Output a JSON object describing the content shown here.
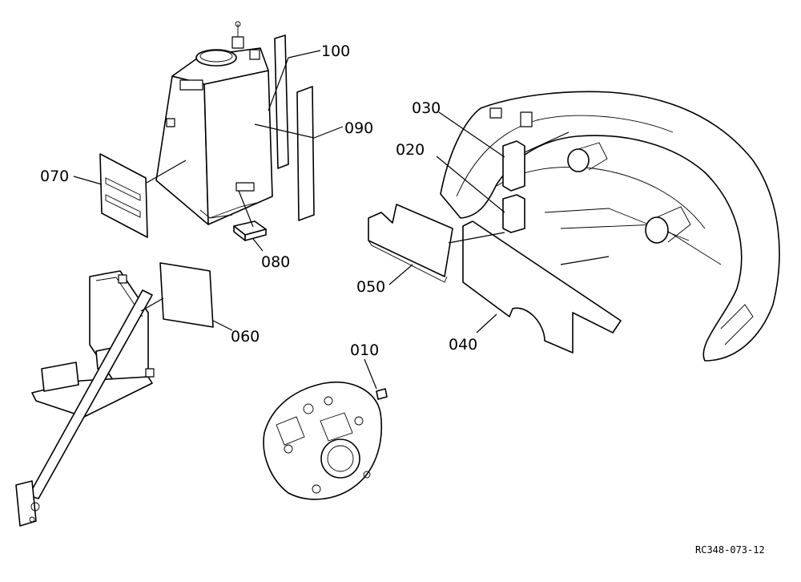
{
  "diagram": {
    "callouts": {
      "p010": "010",
      "p020": "020",
      "p030": "030",
      "p040": "040",
      "p050": "050",
      "p060": "060",
      "p070": "070",
      "p080": "080",
      "p090": "090",
      "p100": "100"
    },
    "figure_code": "RC348-073-12"
  }
}
